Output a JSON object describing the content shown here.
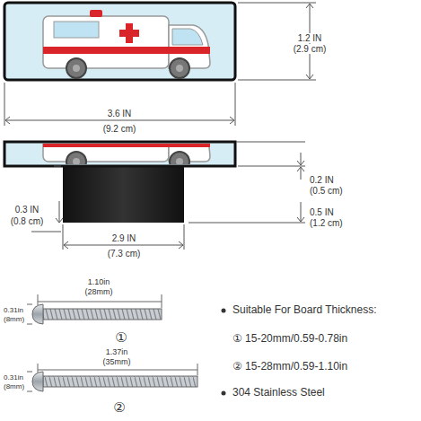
{
  "diagram": {
    "labels": [
      "1.2 IN",
      "(2.9 cm)",
      "3.6 IN",
      "(9.2 cm)",
      "0.2 IN",
      "(0.5 cm)",
      "0.5 IN",
      "(1.2 cm)",
      "0.3 IN",
      "(0.8 cm)",
      "2.9 IN",
      "(7.3 cm)",
      "1.10in",
      "(28mm)",
      "0.31in",
      "(8mm)",
      "①",
      "1.37in",
      "(35mm)",
      "0.31in",
      "(8mm)",
      "②",
      "Suitable For Board Thickness:",
      "① 15-20mm/0.59-0.78in",
      "② 15-28mm/0.59-1.10in",
      "304 Stainless Steel"
    ]
  }
}
